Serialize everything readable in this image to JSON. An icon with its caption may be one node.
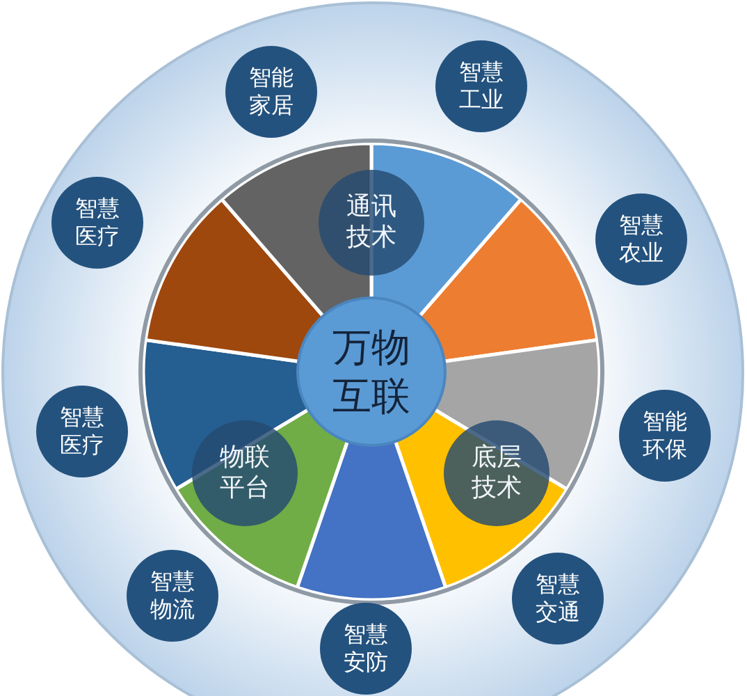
{
  "diagram": {
    "nodes": [
      {
        "text": [
          "智能家居"
        ]
      },
      {
        "text": [
          "智慧工业"
        ]
      },
      {
        "text": [
          "智慧医疗"
        ]
      },
      {
        "text": [
          "通讯技术"
        ]
      },
      {
        "text": [
          "智慧农业"
        ]
      },
      {
        "text": [
          "万物互联"
        ]
      },
      {
        "text": [
          "智慧医疗"
        ]
      },
      {
        "text": [
          "智能环保"
        ]
      },
      {
        "text": [
          "物联平台"
        ]
      },
      {
        "text": [
          "底层技术"
        ]
      },
      {
        "text": [
          "智慧物流"
        ]
      },
      {
        "text": [
          "智慧交通"
        ]
      },
      {
        "text": [
          "智慧安防"
        ]
      }
    ]
  }
}
